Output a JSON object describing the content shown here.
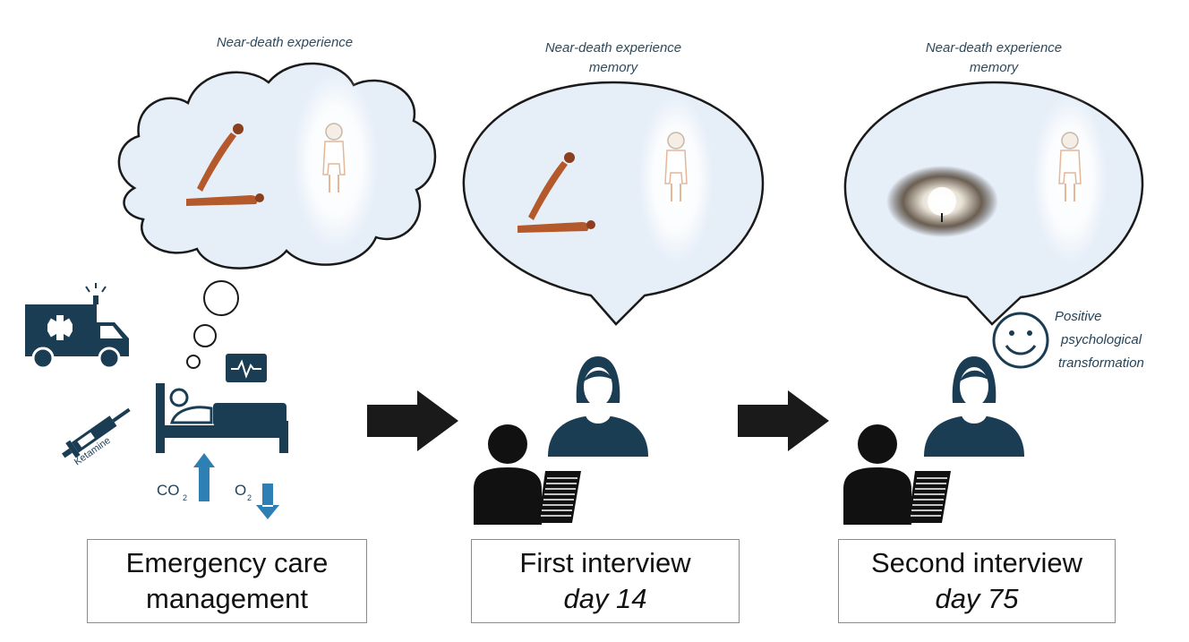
{
  "stages": [
    {
      "bubble_caption": [
        "Near-death experience"
      ],
      "box_line1": "Emergency care",
      "box_line2": "management"
    },
    {
      "bubble_caption": [
        "Near-death experience",
        "memory"
      ],
      "box_line1": "First interview",
      "box_line2": "day 14"
    },
    {
      "bubble_caption": [
        "Near-death experience",
        "memory"
      ],
      "box_line1": "Second interview",
      "box_line2": "day 75"
    }
  ],
  "positive_label": [
    "Positive",
    "psychological",
    "transformation"
  ],
  "ketamine_label": "Ketamine",
  "gas_labels": {
    "co2": "CO",
    "co2_sub": "2",
    "o2": "O",
    "o2_sub": "2"
  },
  "colors": {
    "navy": "#1b3d54",
    "bubble_fill": "#e6eef8",
    "arrow": "#1a1a1a",
    "body": "#b4592b"
  }
}
